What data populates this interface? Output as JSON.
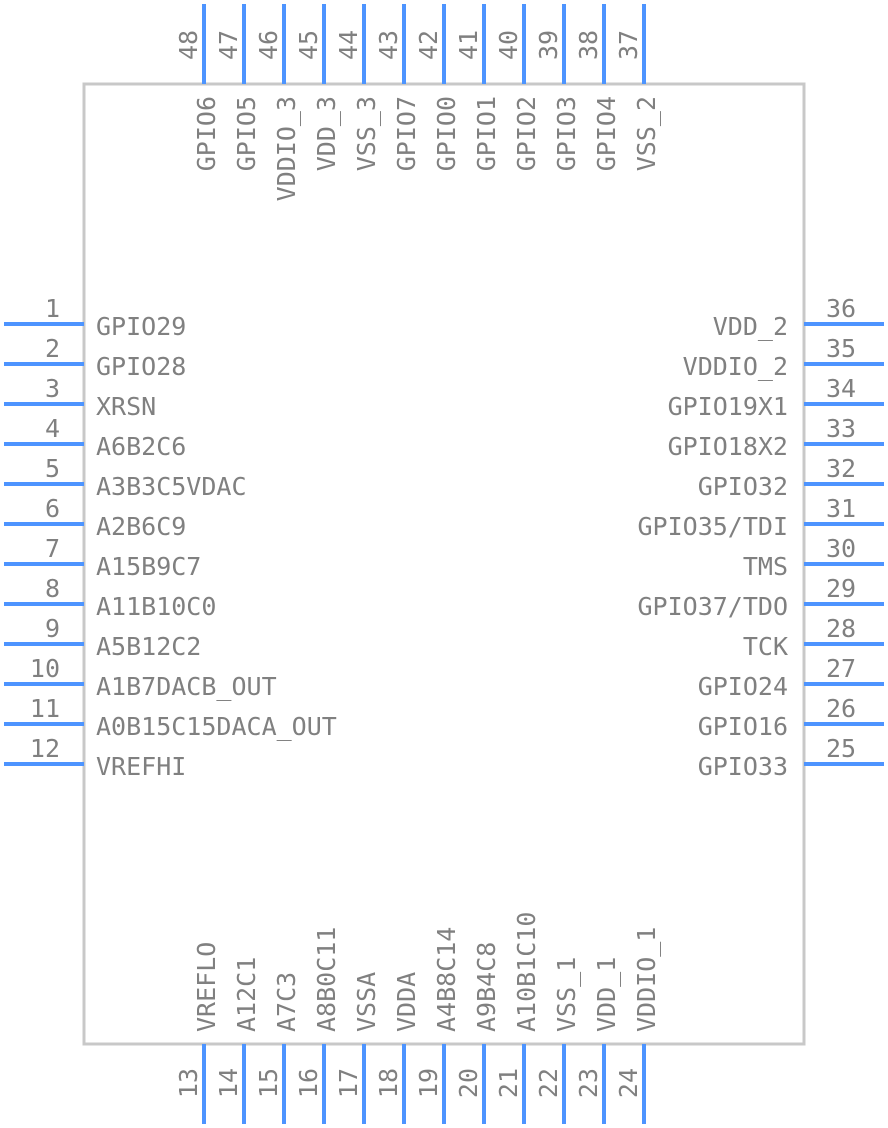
{
  "component": {
    "body_stroke": "#c8c8c8",
    "pin_color": "#4d94ff",
    "text_color": "#808080"
  },
  "pins": {
    "left": [
      {
        "number": "1",
        "name": "GPIO29"
      },
      {
        "number": "2",
        "name": "GPIO28"
      },
      {
        "number": "3",
        "name": "XRSN"
      },
      {
        "number": "4",
        "name": "A6B2C6"
      },
      {
        "number": "5",
        "name": "A3B3C5VDAC"
      },
      {
        "number": "6",
        "name": "A2B6C9"
      },
      {
        "number": "7",
        "name": "A15B9C7"
      },
      {
        "number": "8",
        "name": "A11B10C0"
      },
      {
        "number": "9",
        "name": "A5B12C2"
      },
      {
        "number": "10",
        "name": "A1B7DACB_OUT"
      },
      {
        "number": "11",
        "name": "A0B15C15DACA_OUT"
      },
      {
        "number": "12",
        "name": "VREFHI"
      }
    ],
    "bottom": [
      {
        "number": "13",
        "name": "VREFLO"
      },
      {
        "number": "14",
        "name": "A12C1"
      },
      {
        "number": "15",
        "name": "A7C3"
      },
      {
        "number": "16",
        "name": "A8B0C11"
      },
      {
        "number": "17",
        "name": "VSSA"
      },
      {
        "number": "18",
        "name": "VDDA"
      },
      {
        "number": "19",
        "name": "A4B8C14"
      },
      {
        "number": "20",
        "name": "A9B4C8"
      },
      {
        "number": "21",
        "name": "A10B1C10"
      },
      {
        "number": "22",
        "name": "VSS_1"
      },
      {
        "number": "23",
        "name": "VDD_1"
      },
      {
        "number": "24",
        "name": "VDDIO_1"
      }
    ],
    "right": [
      {
        "number": "36",
        "name": "VDD_2"
      },
      {
        "number": "35",
        "name": "VDDIO_2"
      },
      {
        "number": "34",
        "name": "GPIO19X1"
      },
      {
        "number": "33",
        "name": "GPIO18X2"
      },
      {
        "number": "32",
        "name": "GPIO32"
      },
      {
        "number": "31",
        "name": "GPIO35/TDI"
      },
      {
        "number": "30",
        "name": "TMS"
      },
      {
        "number": "29",
        "name": "GPIO37/TDO"
      },
      {
        "number": "28",
        "name": "TCK"
      },
      {
        "number": "27",
        "name": "GPIO24"
      },
      {
        "number": "26",
        "name": "GPIO16"
      },
      {
        "number": "25",
        "name": "GPIO33"
      }
    ],
    "top": [
      {
        "number": "48",
        "name": "GPIO6"
      },
      {
        "number": "47",
        "name": "GPIO5"
      },
      {
        "number": "46",
        "name": "VDDIO_3"
      },
      {
        "number": "45",
        "name": "VDD_3"
      },
      {
        "number": "44",
        "name": "VSS_3"
      },
      {
        "number": "43",
        "name": "GPIO7"
      },
      {
        "number": "42",
        "name": "GPIO0"
      },
      {
        "number": "41",
        "name": "GPIO1"
      },
      {
        "number": "40",
        "name": "GPIO2"
      },
      {
        "number": "39",
        "name": "GPIO3"
      },
      {
        "number": "38",
        "name": "GPIO4"
      },
      {
        "number": "37",
        "name": "VSS_2"
      }
    ]
  }
}
